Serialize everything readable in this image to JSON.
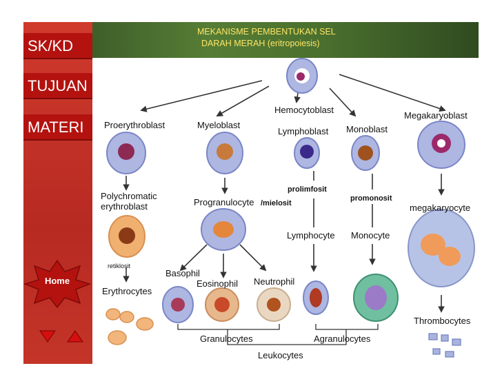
{
  "header": {
    "title_line1": "MEKANISME PEMBENTUKAN SEL",
    "title_line2": "DARAH MERAH (eritropoiesis)"
  },
  "nav": {
    "items": [
      {
        "label": "SK/KD"
      },
      {
        "label": "TUJUAN"
      },
      {
        "label": "MATERI"
      }
    ]
  },
  "home": {
    "label": "Home"
  },
  "colors": {
    "sidebar": "#c0392b",
    "nav": "#b3120f",
    "header": "#4a6f2e",
    "title": "#ffe566"
  },
  "diagram": {
    "labels": {
      "hemocytoblast": "Hemocytoblast",
      "proerythroblast": "Proerythroblast",
      "myeloblast": "Myeloblast",
      "lymphoblast": "Lymphoblast",
      "monoblast": "Monoblast",
      "megakaryoblast": "Megakaryoblast",
      "polychromatic1": "Polychromatic",
      "polychromatic2": "erythroblast",
      "progranulocyte": "Progranulocyte",
      "mielosit": "/mielosit",
      "prolimfosit": "prolimfosit",
      "promonosit": "promonosit",
      "megakaryocyte": "megakaryocyte",
      "lymphocyte": "Lymphocyte",
      "monocyte": "Monocyte",
      "retiklosit": "retiklosit",
      "basophil": "Basophil",
      "eosinophil": "Eosinophil",
      "neutrophil": "Neutrophil",
      "erythrocytes": "Erythrocytes",
      "thrombocytes": "Thrombocytes",
      "granulocytes": "Granulocytes",
      "agranulocytes": "Agranulocytes",
      "leukocytes": "Leukocytes"
    }
  }
}
